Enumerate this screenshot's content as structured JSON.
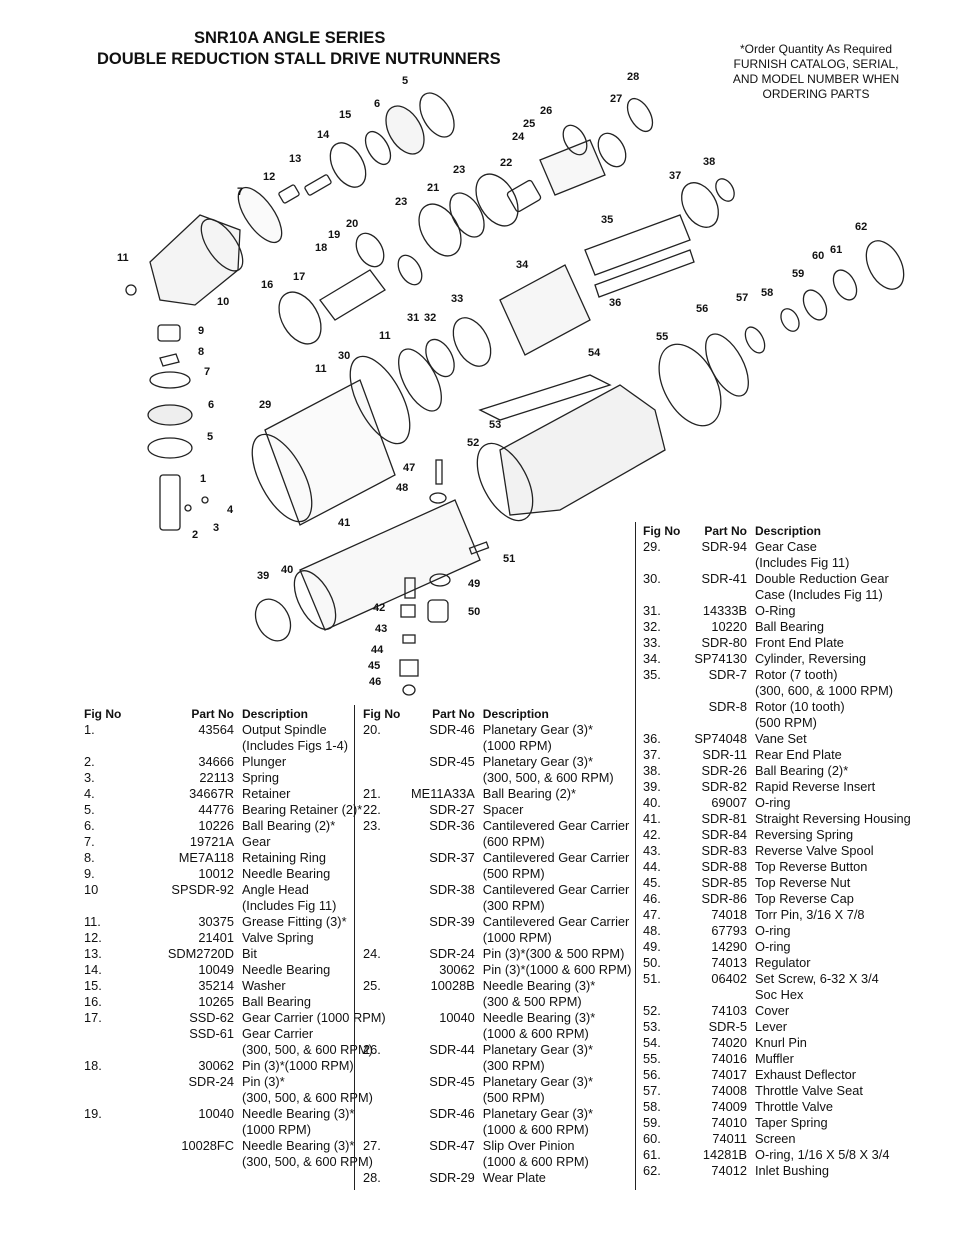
{
  "title": {
    "line1": "SNR10A ANGLE SERIES",
    "line2": "DOUBLE REDUCTION STALL DRIVE NUTRUNNERS"
  },
  "order_note": [
    "*Order Quantity As Required",
    "FURNISH CATALOG, SERIAL,",
    "AND MODEL NUMBER WHEN",
    "ORDERING PARTS"
  ],
  "headers": {
    "fig": "Fig No",
    "part": "Part No",
    "desc": "Description"
  },
  "col1": [
    {
      "fig": "1.",
      "part": "43564",
      "desc": "Output Spindle"
    },
    {
      "fig": "",
      "part": "",
      "desc": "(Includes Figs 1-4)"
    },
    {
      "fig": "2.",
      "part": "34666",
      "desc": "Plunger"
    },
    {
      "fig": "3.",
      "part": "22113",
      "desc": "Spring"
    },
    {
      "fig": "4.",
      "part": "34667R",
      "desc": "Retainer"
    },
    {
      "fig": "5.",
      "part": "44776",
      "desc": "Bearing Retainer (2)*"
    },
    {
      "fig": "6.",
      "part": "10226",
      "desc": "Ball Bearing (2)*"
    },
    {
      "fig": "7.",
      "part": "19721A",
      "desc": "Gear"
    },
    {
      "fig": "8.",
      "part": "ME7A118",
      "desc": "Retaining Ring"
    },
    {
      "fig": "9.",
      "part": "10012",
      "desc": "Needle Bearing"
    },
    {
      "fig": "10",
      "part": "SPSDR-92",
      "desc": "Angle Head"
    },
    {
      "fig": "",
      "part": "",
      "desc": "(Includes Fig 11)"
    },
    {
      "fig": "11.",
      "part": "30375",
      "desc": "Grease Fitting (3)*"
    },
    {
      "fig": "12.",
      "part": "21401",
      "desc": "Valve Spring"
    },
    {
      "fig": "13.",
      "part": "SDM2720D",
      "desc": "Bit"
    },
    {
      "fig": "14.",
      "part": "10049",
      "desc": "Needle Bearing"
    },
    {
      "fig": "15.",
      "part": "35214",
      "desc": "Washer"
    },
    {
      "fig": "16.",
      "part": "10265",
      "desc": "Ball Bearing"
    },
    {
      "fig": "17.",
      "part": "SSD-62",
      "desc": "Gear Carrier (1000 RPM)"
    },
    {
      "fig": "",
      "part": "SSD-61",
      "desc": "Gear Carrier"
    },
    {
      "fig": "",
      "part": "",
      "desc": "(300, 500, & 600 RPM)"
    },
    {
      "fig": "18.",
      "part": "30062",
      "desc": "Pin (3)*(1000 RPM)"
    },
    {
      "fig": "",
      "part": "SDR-24",
      "desc": "Pin (3)*"
    },
    {
      "fig": "",
      "part": "",
      "desc": "(300, 500, & 600 RPM)"
    },
    {
      "fig": "19.",
      "part": "10040",
      "desc": "Needle Bearing (3)*"
    },
    {
      "fig": "",
      "part": "",
      "desc": "(1000 RPM)"
    },
    {
      "fig": "",
      "part": "10028FC",
      "desc": "Needle Bearing (3)*"
    },
    {
      "fig": "",
      "part": "",
      "desc": "(300, 500, & 600 RPM)"
    }
  ],
  "col2": [
    {
      "fig": "20.",
      "part": "SDR-46",
      "desc": "Planetary Gear (3)*"
    },
    {
      "fig": "",
      "part": "",
      "desc": "(1000 RPM)"
    },
    {
      "fig": "",
      "part": "SDR-45",
      "desc": "Planetary Gear (3)*"
    },
    {
      "fig": "",
      "part": "",
      "desc": "(300, 500, & 600 RPM)"
    },
    {
      "fig": "21.",
      "part": "ME11A33A",
      "desc": "Ball Bearing (2)*"
    },
    {
      "fig": "22.",
      "part": "SDR-27",
      "desc": "Spacer"
    },
    {
      "fig": "23.",
      "part": "SDR-36",
      "desc": "Cantilevered Gear Carrier"
    },
    {
      "fig": "",
      "part": "",
      "desc": "(600 RPM)"
    },
    {
      "fig": "",
      "part": "SDR-37",
      "desc": "Cantilevered Gear Carrier"
    },
    {
      "fig": "",
      "part": "",
      "desc": "(500 RPM)"
    },
    {
      "fig": "",
      "part": "SDR-38",
      "desc": "Cantilevered Gear Carrier"
    },
    {
      "fig": "",
      "part": "",
      "desc": "(300 RPM)"
    },
    {
      "fig": "",
      "part": "SDR-39",
      "desc": "Cantilevered Gear Carrier"
    },
    {
      "fig": "",
      "part": "",
      "desc": "(1000 RPM)"
    },
    {
      "fig": "24.",
      "part": "SDR-24",
      "desc": "Pin (3)*(300 & 500 RPM)"
    },
    {
      "fig": "",
      "part": "30062",
      "desc": "Pin (3)*(1000 & 600 RPM)"
    },
    {
      "fig": "25.",
      "part": "10028B",
      "desc": "Needle Bearing (3)*"
    },
    {
      "fig": "",
      "part": "",
      "desc": "(300 & 500 RPM)"
    },
    {
      "fig": "",
      "part": "10040",
      "desc": "Needle Bearing (3)*"
    },
    {
      "fig": "",
      "part": "",
      "desc": "(1000 & 600 RPM)"
    },
    {
      "fig": "26.",
      "part": "SDR-44",
      "desc": "Planetary Gear (3)*"
    },
    {
      "fig": "",
      "part": "",
      "desc": "(300 RPM)"
    },
    {
      "fig": "",
      "part": "SDR-45",
      "desc": "Planetary Gear (3)*"
    },
    {
      "fig": "",
      "part": "",
      "desc": "(500 RPM)"
    },
    {
      "fig": "",
      "part": "SDR-46",
      "desc": "Planetary Gear (3)*"
    },
    {
      "fig": "",
      "part": "",
      "desc": "(1000 & 600 RPM)"
    },
    {
      "fig": "27.",
      "part": "SDR-47",
      "desc": "Slip Over Pinion"
    },
    {
      "fig": "",
      "part": "",
      "desc": "(1000 & 600 RPM)"
    },
    {
      "fig": "28.",
      "part": "SDR-29",
      "desc": "Wear Plate"
    }
  ],
  "col3": [
    {
      "fig": "29.",
      "part": "SDR-94",
      "desc": "Gear Case"
    },
    {
      "fig": "",
      "part": "",
      "desc": "(Includes Fig 11)"
    },
    {
      "fig": "30.",
      "part": "SDR-41",
      "desc": "Double Reduction Gear"
    },
    {
      "fig": "",
      "part": "",
      "desc": "Case (Includes Fig 11)"
    },
    {
      "fig": "31.",
      "part": "14333B",
      "desc": "O-Ring"
    },
    {
      "fig": "32.",
      "part": "10220",
      "desc": "Ball Bearing"
    },
    {
      "fig": "33.",
      "part": "SDR-80",
      "desc": "Front End Plate"
    },
    {
      "fig": "34.",
      "part": "SP74130",
      "desc": "Cylinder, Reversing"
    },
    {
      "fig": "35.",
      "part": "SDR-7",
      "desc": "Rotor (7 tooth)"
    },
    {
      "fig": "",
      "part": "",
      "desc": "(300, 600, & 1000 RPM)"
    },
    {
      "fig": "",
      "part": "SDR-8",
      "desc": "Rotor (10 tooth)"
    },
    {
      "fig": "",
      "part": "",
      "desc": "(500 RPM)"
    },
    {
      "fig": "36.",
      "part": "SP74048",
      "desc": "Vane Set"
    },
    {
      "fig": "37.",
      "part": "SDR-11",
      "desc": "Rear End Plate"
    },
    {
      "fig": "38.",
      "part": "SDR-26",
      "desc": "Ball Bearing (2)*"
    },
    {
      "fig": "39.",
      "part": "SDR-82",
      "desc": "Rapid Reverse Insert"
    },
    {
      "fig": "40.",
      "part": "69007",
      "desc": "O-ring"
    },
    {
      "fig": "41.",
      "part": "SDR-81",
      "desc": "Straight Reversing Housing"
    },
    {
      "fig": "42.",
      "part": "SDR-84",
      "desc": "Reversing Spring"
    },
    {
      "fig": "43.",
      "part": "SDR-83",
      "desc": "Reverse Valve Spool"
    },
    {
      "fig": "44.",
      "part": "SDR-88",
      "desc": "Top Reverse Button"
    },
    {
      "fig": "45.",
      "part": "SDR-85",
      "desc": "Top Reverse Nut"
    },
    {
      "fig": "46.",
      "part": "SDR-86",
      "desc": "Top Reverse Cap"
    },
    {
      "fig": "47.",
      "part": "74018",
      "desc": "Torr Pin, 3/16 X 7/8"
    },
    {
      "fig": "48.",
      "part": "67793",
      "desc": "O-ring"
    },
    {
      "fig": "49.",
      "part": "14290",
      "desc": "O-ring"
    },
    {
      "fig": "50.",
      "part": "74013",
      "desc": "Regulator"
    },
    {
      "fig": "51.",
      "part": "06402",
      "desc": "Set Screw, 6-32 X 3/4"
    },
    {
      "fig": "",
      "part": "",
      "desc": "Soc Hex"
    },
    {
      "fig": "52.",
      "part": "74103",
      "desc": "Cover"
    },
    {
      "fig": "53.",
      "part": "SDR-5",
      "desc": "Lever"
    },
    {
      "fig": "54.",
      "part": "74020",
      "desc": "Knurl Pin"
    },
    {
      "fig": "55.",
      "part": "74016",
      "desc": "Muffler"
    },
    {
      "fig": "56.",
      "part": "74017",
      "desc": "Exhaust Deflector"
    },
    {
      "fig": "57.",
      "part": "74008",
      "desc": "Throttle Valve Seat"
    },
    {
      "fig": "58.",
      "part": "74009",
      "desc": "Throttle Valve"
    },
    {
      "fig": "59.",
      "part": "74010",
      "desc": "Taper Spring"
    },
    {
      "fig": "60.",
      "part": "74011",
      "desc": "Screen"
    },
    {
      "fig": "61.",
      "part": "14281B",
      "desc": "O-ring, 1/16 X 5/8 X 3/4"
    },
    {
      "fig": "62.",
      "part": "74012",
      "desc": "Inlet Bushing"
    }
  ],
  "callouts": [
    "1",
    "2",
    "3",
    "4",
    "5",
    "6",
    "7",
    "8",
    "9",
    "10",
    "11",
    "12",
    "13",
    "14",
    "15",
    "16",
    "17",
    "18",
    "19",
    "20",
    "21",
    "22",
    "23",
    "23",
    "24",
    "25",
    "26",
    "27",
    "28",
    "29",
    "30",
    "11",
    "11",
    "31",
    "32",
    "33",
    "34",
    "35",
    "36",
    "37",
    "38",
    "39",
    "40",
    "41",
    "42",
    "43",
    "44",
    "45",
    "46",
    "47",
    "48",
    "49",
    "50",
    "51",
    "52",
    "53",
    "54",
    "55",
    "56",
    "57",
    "58",
    "59",
    "60",
    "61",
    "62",
    "5",
    "6",
    "7"
  ]
}
